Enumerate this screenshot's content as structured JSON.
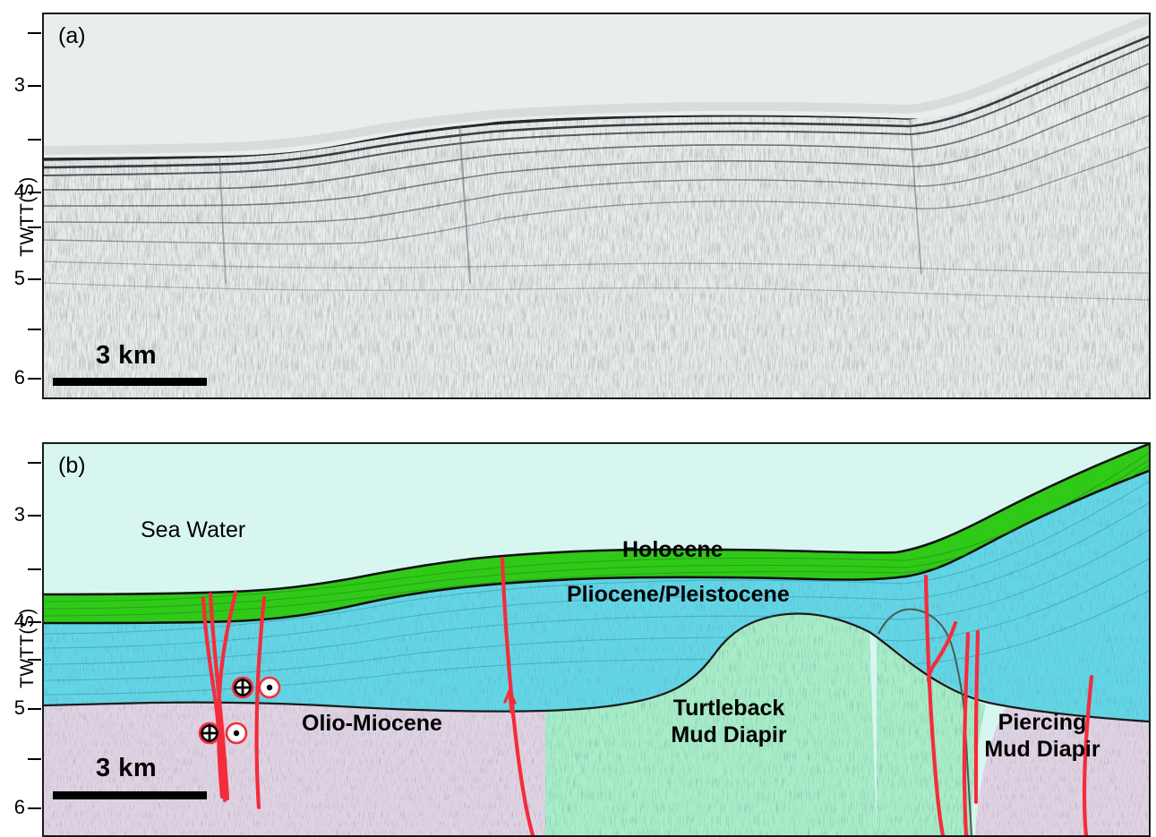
{
  "figure": {
    "type": "seismic-profile-interpretation",
    "panels": [
      {
        "tag": "(a)",
        "kind": "uninterpreted-seismic-section"
      },
      {
        "tag": "(b)",
        "kind": "interpreted-line-drawing"
      }
    ]
  },
  "axis": {
    "title": "TWTT(S)",
    "unit": "s",
    "tick_values": [
      2.5,
      3,
      3.5,
      4,
      4.5,
      5,
      5.5,
      6
    ],
    "labeled_ticks": [
      "3",
      "4",
      "5",
      "6"
    ],
    "range": [
      2.5,
      6.15
    ]
  },
  "panel_a": {
    "tag": "(a)",
    "scalebar": {
      "label": "3 km",
      "length_km": 3
    }
  },
  "panel_b": {
    "tag": "(b)",
    "scalebar": {
      "label": "3 km",
      "length_km": 3
    },
    "units": [
      {
        "name": "Sea Water",
        "label": "Sea Water",
        "color": "#d8f6f0",
        "bold": false
      },
      {
        "name": "Holocene",
        "label": "Holocene",
        "color": "#2ecc12",
        "bold": true
      },
      {
        "name": "Pliocene/Pleistocene",
        "label": "Pliocene/Pleistocene",
        "color": "#63d6e6",
        "bold": true
      },
      {
        "name": "Olio-Miocene",
        "label": "Olio-Miocene",
        "color": "#ded3e3",
        "bold": true
      },
      {
        "name": "Turtleback Mud Diapir",
        "label_line1": "Turtleback",
        "label_line2": "Mud Diapir",
        "color": "#a8ecc8",
        "bold": true
      },
      {
        "name": "Piercing Mud Diapir",
        "label_line1": "Piercing",
        "label_line2": "Mud Diapir",
        "color": "#a8ecc8",
        "bold": true
      }
    ],
    "faults": {
      "color": "#f42c3c",
      "count": 10,
      "symbols": [
        {
          "type": "into-page",
          "glyph": "plus-in-circle",
          "at_twtt": 4.72
        },
        {
          "type": "out-of-page",
          "glyph": "dot-in-circle",
          "at_twtt": 4.72
        },
        {
          "type": "into-page",
          "glyph": "plus-in-circle",
          "at_twtt": 5.18
        },
        {
          "type": "out-of-page",
          "glyph": "dot-in-circle",
          "at_twtt": 5.18
        }
      ],
      "arrow": {
        "direction": "up",
        "meaning": "reverse-slip"
      }
    }
  },
  "colors": {
    "sea_water": "#d8f6f0",
    "holocene": "#2ecc12",
    "plio_pleistocene": "#63d6e6",
    "olio_miocene": "#ded3e3",
    "mud_diapir": "#a8ecc8",
    "fault_red": "#f42c3c",
    "seismic_grey": "#e9eded",
    "outline": "#1a1a1a"
  },
  "chart_data": {
    "type": "line",
    "title": "",
    "xlabel": "",
    "ylabel": "TWTT(S)",
    "ylim": [
      2.5,
      6.15
    ],
    "yticks": [
      2.5,
      3,
      3.5,
      4,
      4.5,
      5,
      5.5,
      6
    ],
    "grid": false,
    "legend": "none",
    "annotations": [
      "(a)",
      "(b)",
      "3 km",
      "3 km",
      "Sea Water",
      "Holocene",
      "Pliocene/Pleistocene",
      "Olio-Miocene",
      "Turtleback Mud Diapir",
      "Piercing Mud Diapir"
    ],
    "series": [
      {
        "name": "Seafloor (top Holocene)",
        "x": [
          0,
          0.1,
          0.22,
          0.3,
          0.34,
          0.36,
          0.4,
          0.55,
          0.7,
          0.76,
          0.8,
          0.86,
          0.93,
          1.0
        ],
        "values": [
          3.72,
          3.72,
          3.71,
          3.66,
          3.52,
          3.42,
          3.37,
          3.33,
          3.32,
          3.33,
          3.34,
          3.1,
          2.8,
          2.62
        ]
      },
      {
        "name": "Base Holocene (top Plio/Pleistocene)",
        "x": [
          0,
          0.12,
          0.24,
          0.32,
          0.38,
          0.44,
          0.55,
          0.7,
          0.78,
          0.8,
          0.86,
          0.93,
          1.0
        ],
        "values": [
          4.0,
          4.0,
          4.0,
          4.0,
          3.98,
          3.7,
          3.5,
          3.46,
          3.48,
          3.6,
          3.28,
          2.97,
          2.78
        ]
      },
      {
        "name": "Base Plio/Pleistocene (top Olio-Miocene / diapir)",
        "x": [
          0,
          0.1,
          0.2,
          0.3,
          0.36,
          0.44,
          0.52,
          0.62,
          0.72,
          0.78,
          0.84,
          0.9,
          1.0
        ],
        "values": [
          5.0,
          4.95,
          4.88,
          4.82,
          4.78,
          4.66,
          4.42,
          4.34,
          4.4,
          4.62,
          4.95,
          5.02,
          5.05
        ]
      },
      {
        "name": "Piercing diapir flank (left)",
        "x": [
          0.79,
          0.8,
          0.805,
          0.81,
          0.82
        ],
        "values": [
          4.9,
          4.45,
          4.1,
          3.8,
          3.66
        ]
      },
      {
        "name": "Piercing diapir crest/flank (right)",
        "x": [
          0.82,
          0.86,
          0.9,
          0.92,
          0.94
        ],
        "values": [
          3.66,
          3.62,
          3.88,
          4.4,
          4.92
        ]
      }
    ]
  }
}
